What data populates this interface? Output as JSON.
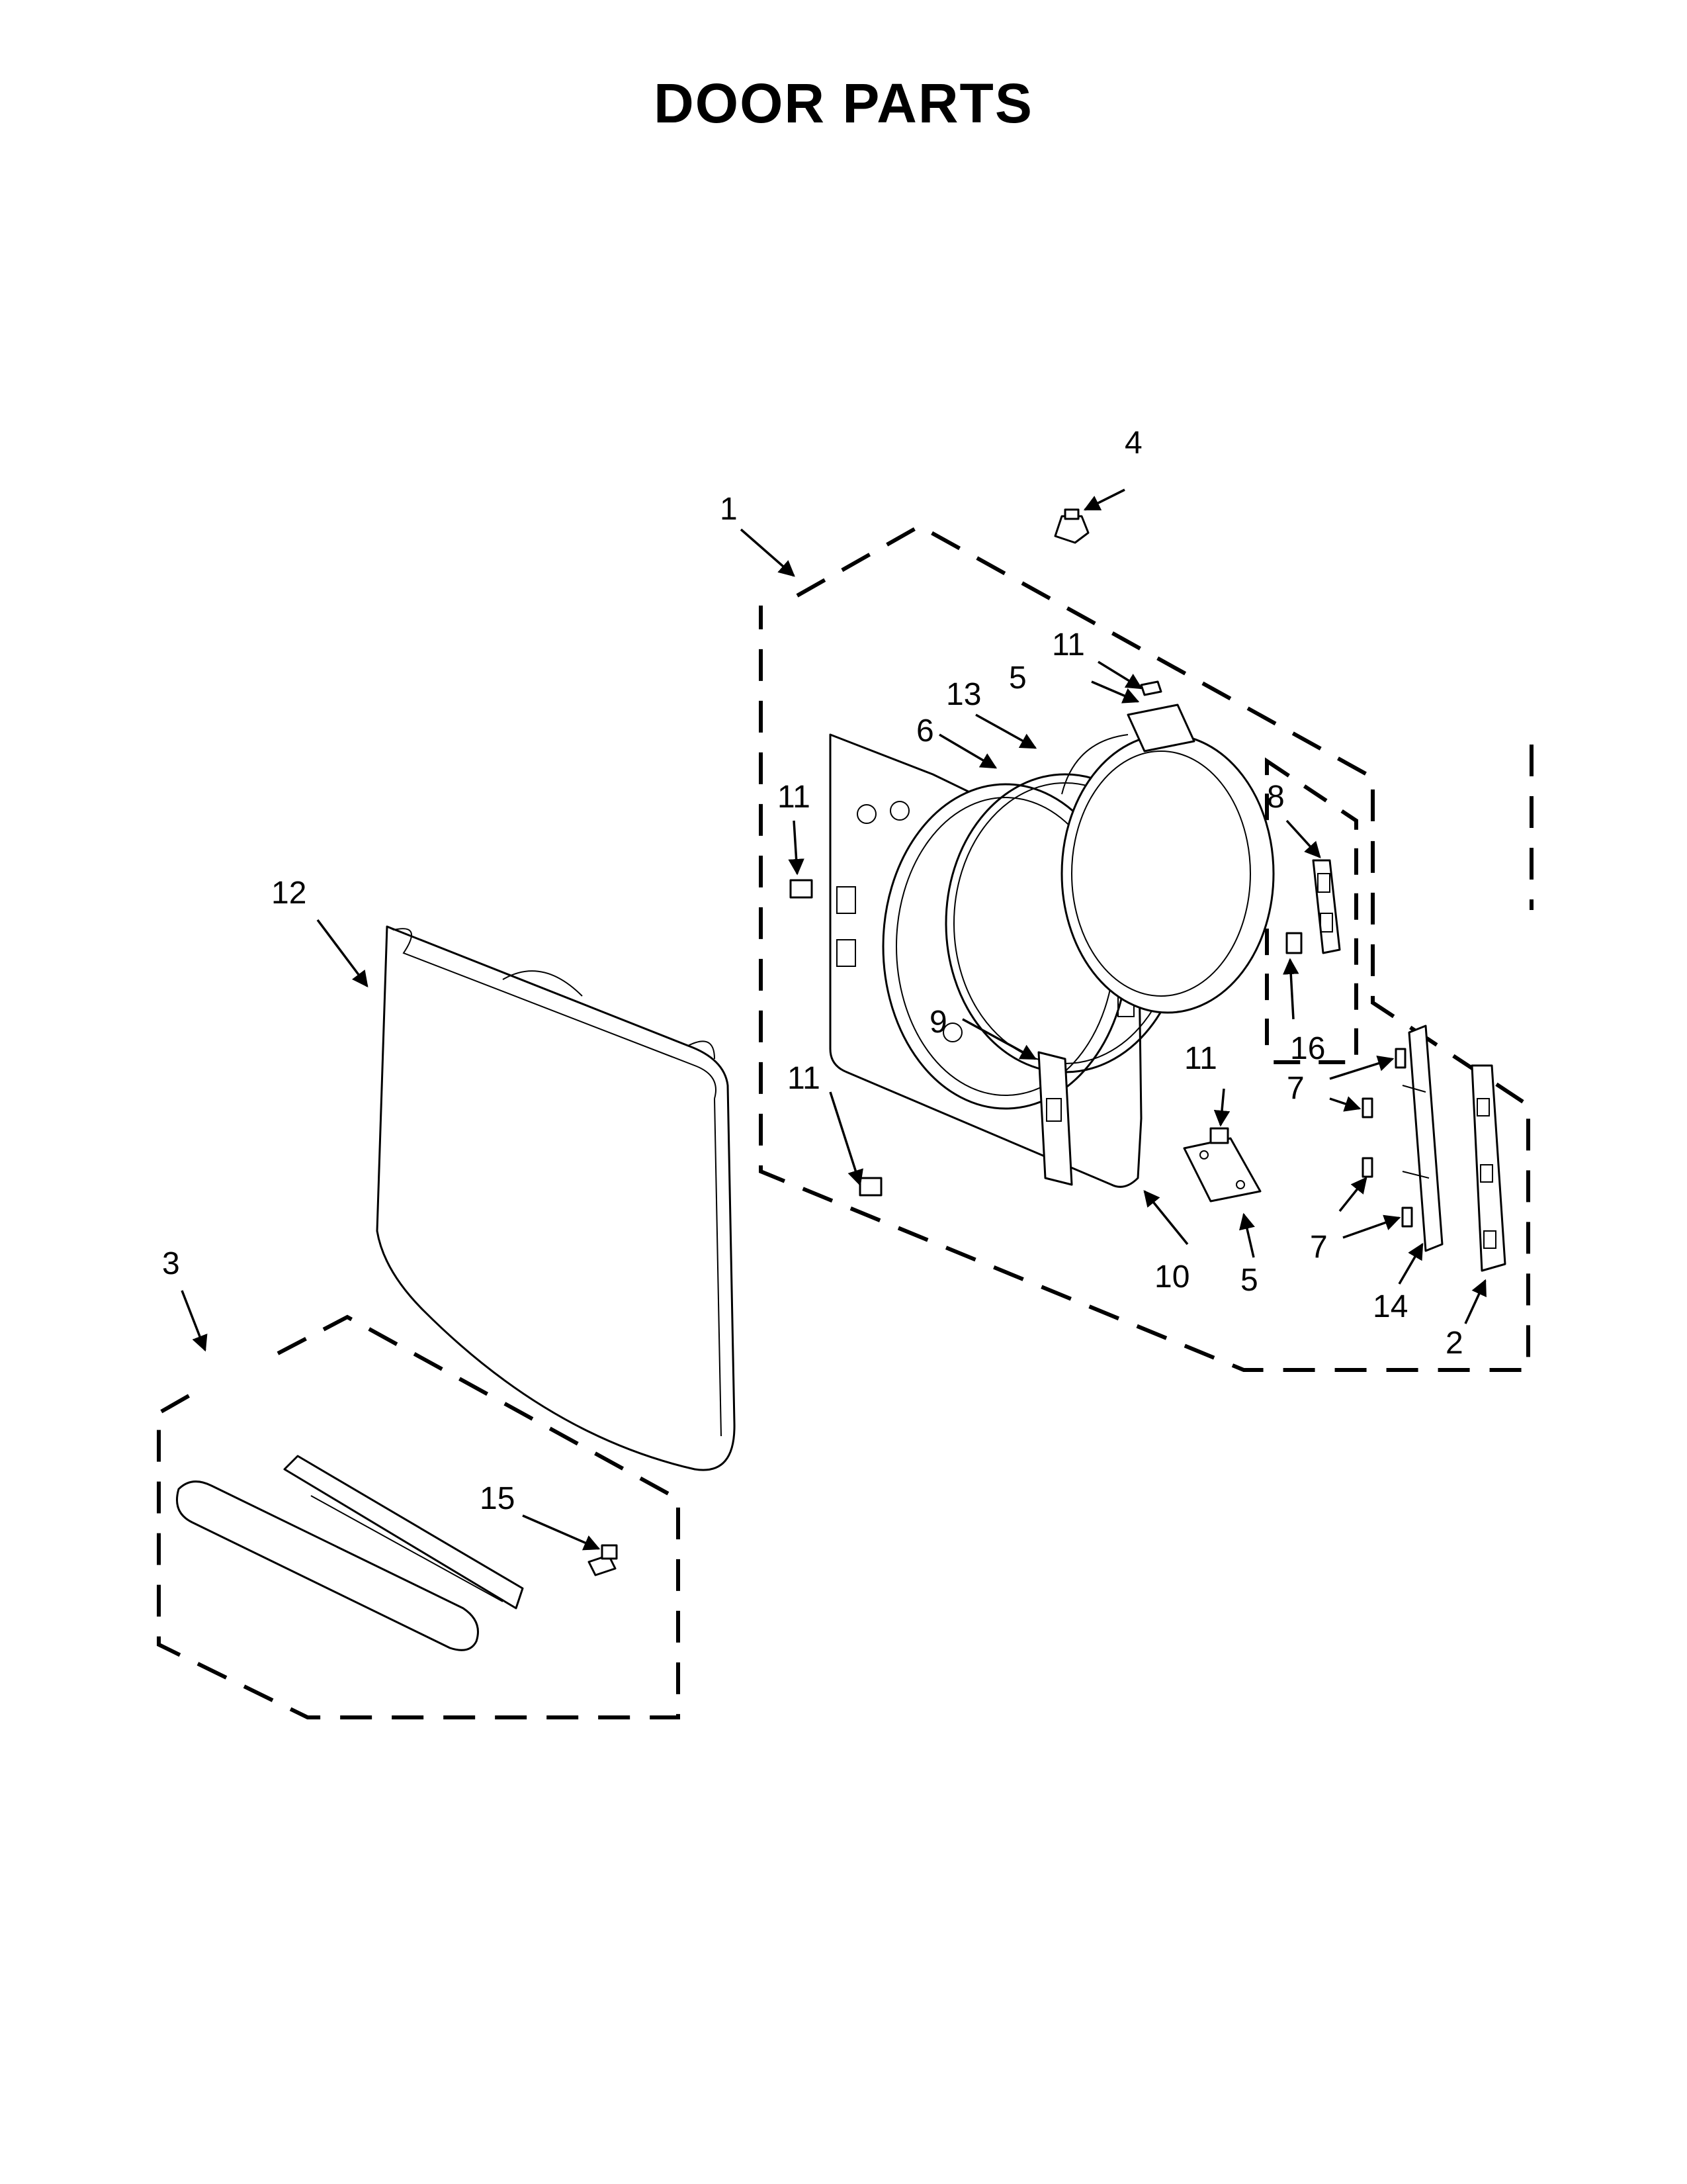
{
  "title": "DOOR PARTS",
  "callouts": {
    "c1": "1",
    "c2": "2",
    "c3": "3",
    "c4": "4",
    "c5a": "5",
    "c5b": "5",
    "c6": "6",
    "c7a": "7",
    "c7b": "7",
    "c8": "8",
    "c9": "9",
    "c10": "10",
    "c11a": "11",
    "c11b": "11",
    "c11c": "11",
    "c11d": "11",
    "c12": "12",
    "c13": "13",
    "c14": "14",
    "c15": "15",
    "c16": "16"
  }
}
